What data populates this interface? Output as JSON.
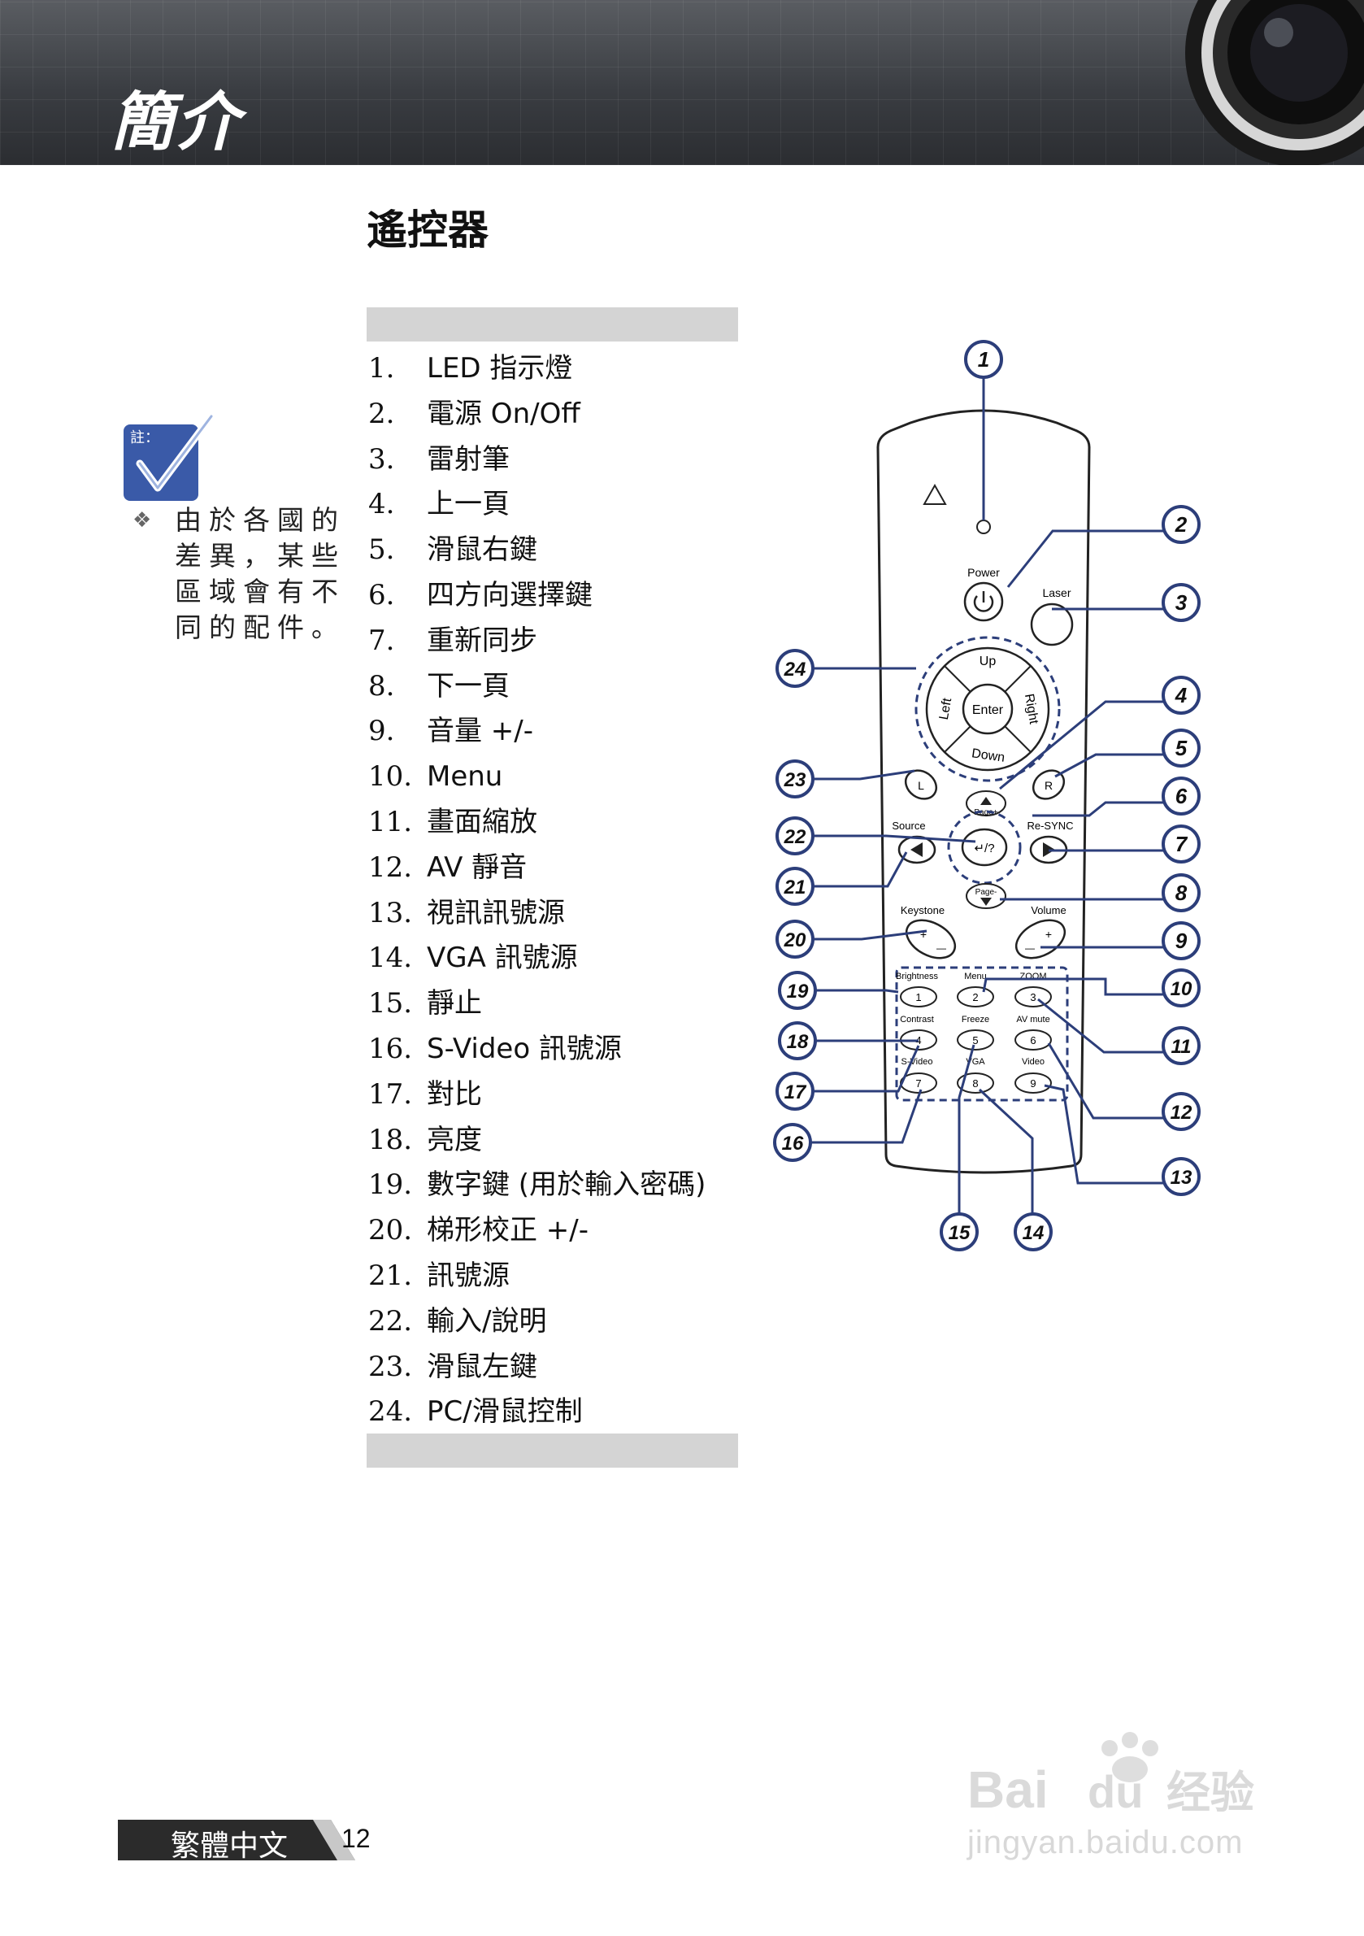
{
  "header": {
    "title": "簡介"
  },
  "section": {
    "title": "遙控器"
  },
  "note": {
    "badge": "註：",
    "bullet": "❖",
    "text": "由於各國的差異，某些區域會有不同的配件。"
  },
  "parts": [
    {
      "num": "1.",
      "label": "LED 指示燈"
    },
    {
      "num": "2.",
      "label": "電源 On/Off"
    },
    {
      "num": "3.",
      "label": "雷射筆"
    },
    {
      "num": "4.",
      "label": "上一頁"
    },
    {
      "num": "5.",
      "label": "滑鼠右鍵"
    },
    {
      "num": "6.",
      "label": "四方向選擇鍵"
    },
    {
      "num": "7.",
      "label": "重新同步"
    },
    {
      "num": "8.",
      "label": "下一頁"
    },
    {
      "num": "9.",
      "label": "音量 +/-"
    },
    {
      "num": "10.",
      "label": "Menu"
    },
    {
      "num": "11.",
      "label": "畫面縮放"
    },
    {
      "num": "12.",
      "label": "AV 靜音"
    },
    {
      "num": "13.",
      "label": "視訊訊號源"
    },
    {
      "num": "14.",
      "label": "VGA 訊號源"
    },
    {
      "num": "15.",
      "label": "靜止"
    },
    {
      "num": "16.",
      "label": "S-Video 訊號源"
    },
    {
      "num": "17.",
      "label": "對比"
    },
    {
      "num": "18.",
      "label": "亮度"
    },
    {
      "num": "19.",
      "label": "數字鍵 (用於輸入密碼)"
    },
    {
      "num": "20.",
      "label": "梯形校正 +/-"
    },
    {
      "num": "21.",
      "label": "訊號源"
    },
    {
      "num": "22.",
      "label": "輸入/說明"
    },
    {
      "num": "23.",
      "label": "滑鼠左鍵"
    },
    {
      "num": "24.",
      "label": "PC/滑鼠控制"
    }
  ],
  "remote": {
    "labels": {
      "power": "Power",
      "laser": "Laser",
      "up": "Up",
      "down": "Down",
      "left": "Left",
      "right": "Right",
      "enter": "Enter",
      "l": "L",
      "r": "R",
      "page_up": "Page+",
      "page_down": "Page-",
      "source": "Source",
      "resync": "Re-SYNC",
      "help": "↵/?",
      "keystone": "Keystone",
      "volume": "Volume",
      "plus": "+",
      "minus": "—",
      "brightness": "Brightness",
      "menu": "Menu",
      "zoom": "ZOOM",
      "contrast": "Contrast",
      "freeze": "Freeze",
      "av_mute": "AV mute",
      "svideo": "S-Video",
      "vga": "VGA",
      "video": "Video",
      "k1": "1",
      "k2": "2",
      "k3": "3",
      "k4": "4",
      "k5": "5",
      "k6": "6",
      "k7": "7",
      "k8": "8",
      "k9": "9"
    },
    "callouts": [
      "1",
      "2",
      "3",
      "4",
      "5",
      "6",
      "7",
      "8",
      "9",
      "10",
      "11",
      "12",
      "13",
      "14",
      "15",
      "16",
      "17",
      "18",
      "19",
      "20",
      "21",
      "22",
      "23",
      "24"
    ]
  },
  "footer": {
    "language": "繁體中文",
    "page": "12"
  },
  "watermark": {
    "brand": "Bai du 经验",
    "url": "jingyan.baidu.com"
  },
  "colors": {
    "callout_stroke": "#2c3e7a",
    "note_icon": "#3a5aa8",
    "banner": "#3a3d42"
  }
}
